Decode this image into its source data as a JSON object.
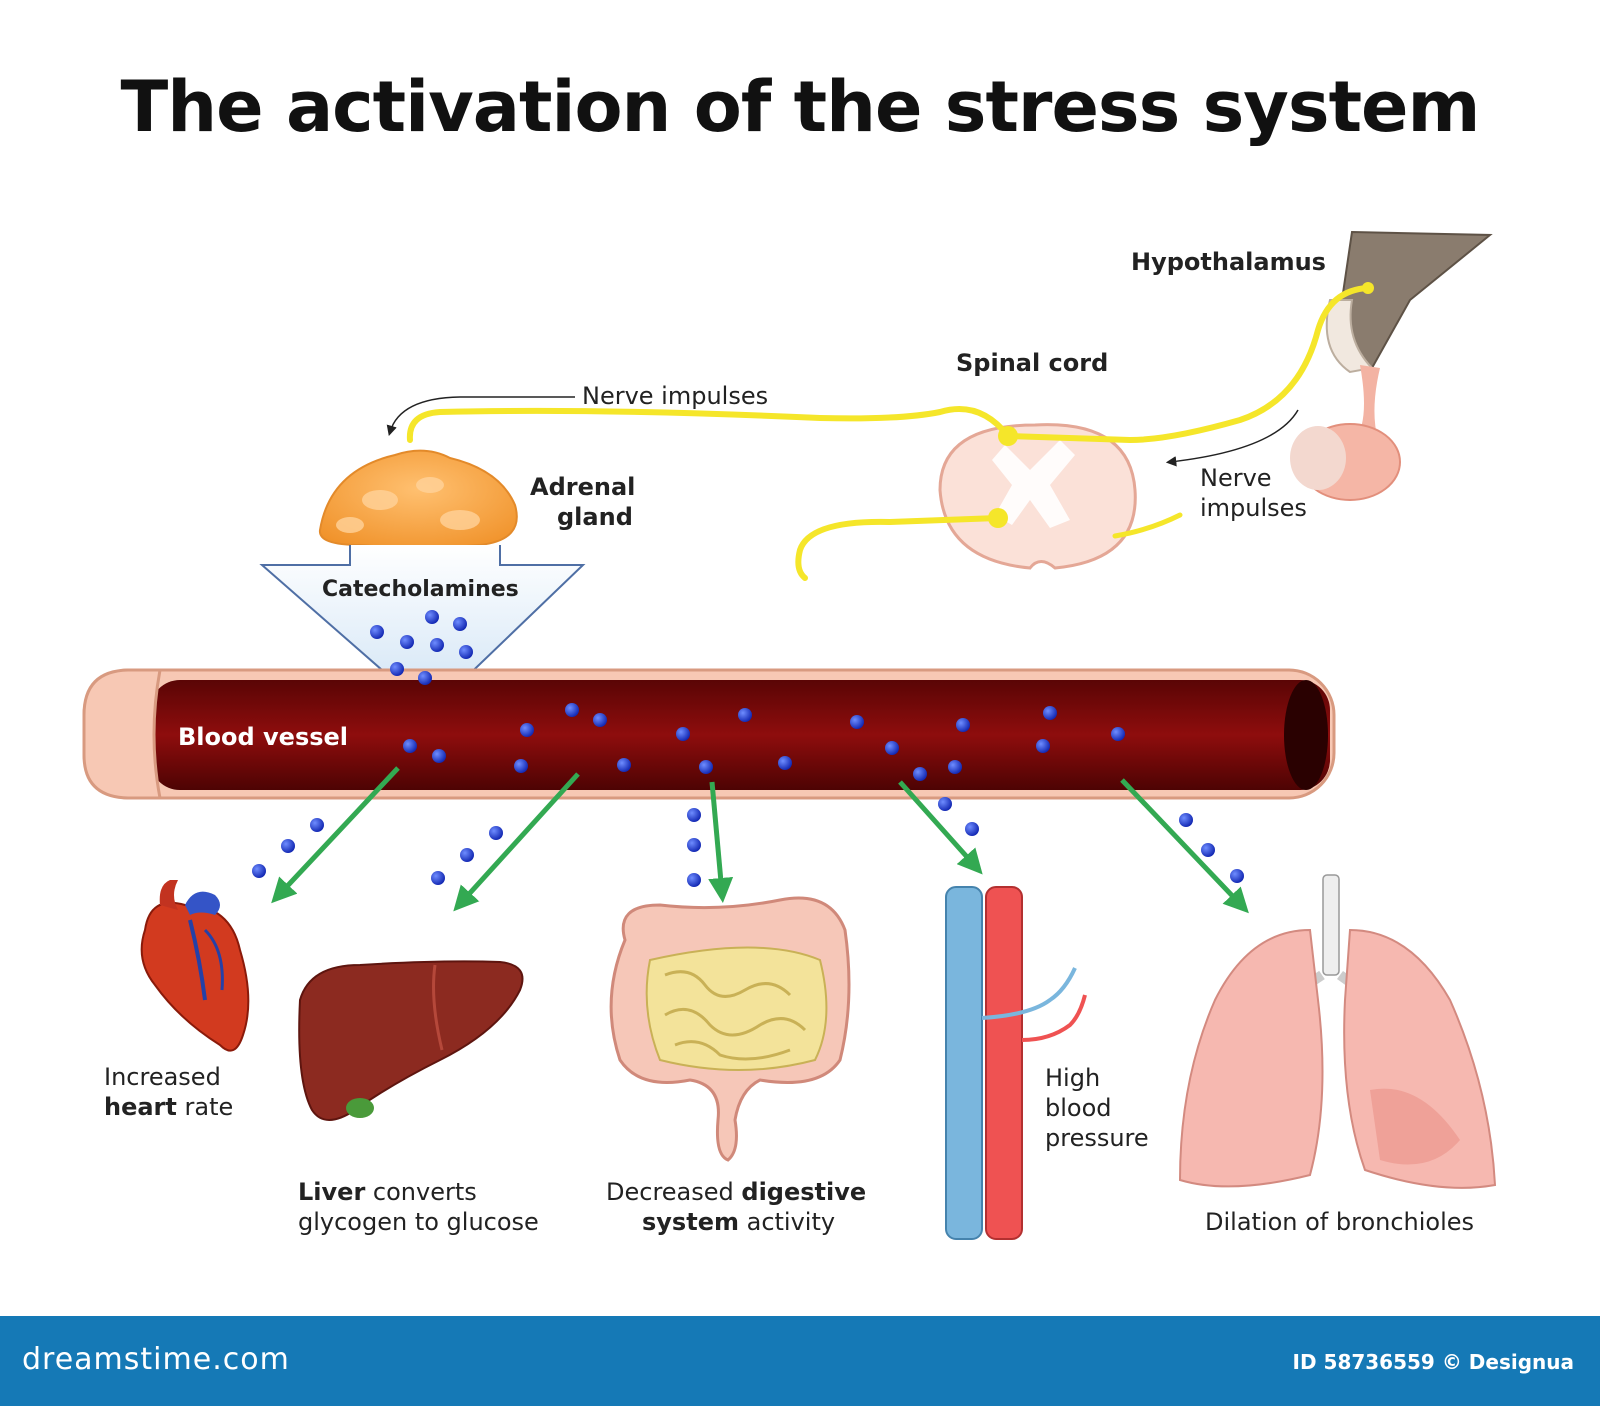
{
  "title": "The activation of the stress system",
  "labels": {
    "hypothalamus": "Hypothalamus",
    "spinal_cord": "Spinal cord",
    "nerve_impulses_top": "Nerve impulses",
    "nerve_impulses_right_1": "Nerve",
    "nerve_impulses_right_2": "impulses",
    "adrenal_1": "Adrenal",
    "adrenal_2": "gland",
    "catecholamines": "Catecholamines",
    "blood_vessel": "Blood vessel"
  },
  "effects": {
    "heart": {
      "line1": "Increased",
      "bold": "heart",
      "rest": " rate"
    },
    "liver": {
      "bold": "Liver",
      "rest1": " converts",
      "line2": "glycogen to glucose"
    },
    "digestive": {
      "pre": "Decreased ",
      "bold1": "digestive",
      "bold2": "system",
      "rest": " activity"
    },
    "pressure": {
      "line1": "High",
      "line2": "blood",
      "line3": "pressure"
    },
    "lungs": {
      "line1": "Dilation of bronchioles"
    }
  },
  "footer": {
    "site": "dreamstime.com",
    "id": "ID 58736559 © Designua"
  },
  "colors": {
    "nerve": "#f5e62a",
    "molecule": "#1f3fd6",
    "arrow": "#33a952",
    "vessel": "#7a0a0a",
    "footer": "#1579b6"
  }
}
